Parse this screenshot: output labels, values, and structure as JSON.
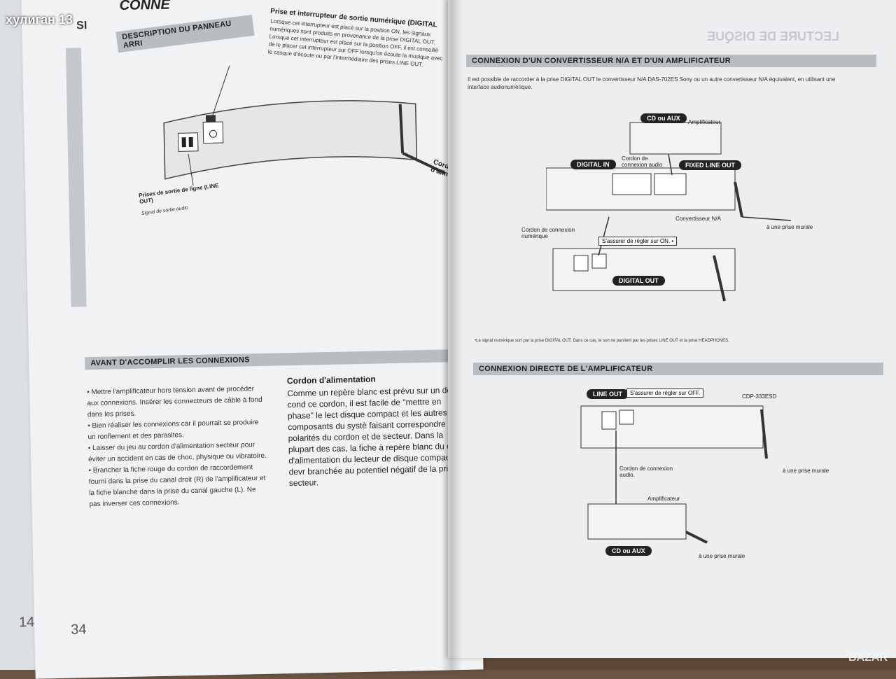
{
  "watermark": "хулиган 13",
  "badge": "BAZAR",
  "left": {
    "title": "CONNE",
    "corner": "SI",
    "band_rear": "DESCRIPTION DU PANNEAU ARRI",
    "digital_heading": "Prise et interrupteur de sortie numérique (DIGITAL",
    "digital_text": "Lorsque cet interrupteur est placé sur la position ON, les signaux numériques sont produits en provenance de la prise DIGITAL OUT. Lorsque cet interrupteur est placé sur la position OFF, il est conseillé de le placer cet interrupteur sur OFF lorsqu'on écoute la musique avec le casque d'écoute ou par l'intermédiaire des prises LINE OUT.",
    "line_out_label": "Prises de sortie de ligne (LINE OUT)",
    "line_out_sub": "Signal de sortie audio",
    "cordon_label": "Cordon d'alim",
    "band_avant": "AVANT D'ACCOMPLIR LES CONNEXIONS",
    "bullets": [
      "• Mettre l'amplificateur hors tension avant de procéder aux connexions. Insérer les connecteurs de câble à fond dans les prises.",
      "• Bien réaliser les connexions car il pourrait se produire un ronflement et des parasites.",
      "• Laisser du jeu au cordon d'alimentation secteur pour éviter un accident en cas de choc, physique ou vibratoire.",
      "• Brancher la fiche rouge du cordon de raccordement fourni dans la prise du canal droit (R) de l'amplificateur et la fiche blanche dans la prise du canal gauche (L). Ne pas inverser ces connexions."
    ],
    "cordon_heading": "Cordon d'alimentation",
    "cordon_text": "Comme un repère blanc est prévu sur un des cond ce cordon, il est facile de \"mettre en phase\" le lect disque compact et les autres composants du systè faisant correspondre les polarités du cordon et de secteur. Dans la plupart des cas, la fiche à repère blanc du c d'alimentation du lecteur de disque compact devr branchée au potentiel négatif de la prise secteur.",
    "page_left": "14",
    "page": "34"
  },
  "right": {
    "mirror_title": "LECTURE DE DISQUE",
    "band1": "CONNEXION D'UN CONVERTISSEUR N/A ET D'UN AMPLIFICATEUR",
    "intro": "Il est possible de raccorder à la prise DIGITAL OUT le convertisseur N/A DAS-702ES Sony ou un autre convertisseur N/A équivalent, en utilisant une interface audionumérique.",
    "cd_aux": "CD ou AUX",
    "amplificateur": "Amplificateur",
    "digital_in": "DIGITAL IN",
    "cordon_audio": "Cordon de connexion audio",
    "fixed_line_out": "FIXED LINE OUT",
    "convertisseur": "Convertisseur N/A",
    "prise_murale": "à une prise murale",
    "cordon_numerique": "Cordon de connexion numérique",
    "sassurer_on": "S'assurer de régler sur ON. •",
    "digital_out": "DIGITAL OUT",
    "footnote": "•Le signal numérique sort par la prise DIGITAL OUT. Dans ce cas, le son ne parvient par les prises LINE OUT et la prise HEADPHONES.",
    "band2": "CONNEXION DIRECTE DE L'AMPLIFICATEUR",
    "line_out": "LINE OUT",
    "sassurer_off": "S'assurer de régler sur OFF.",
    "model": "CDP-333ESD",
    "cordon_audio2": "Cordon de connexion audio.",
    "prise_murale2": "à une prise murale",
    "amplificateur2": "Amplificateur",
    "cd_aux2": "CD ou AUX",
    "prise_murale3": "à une prise murale"
  }
}
